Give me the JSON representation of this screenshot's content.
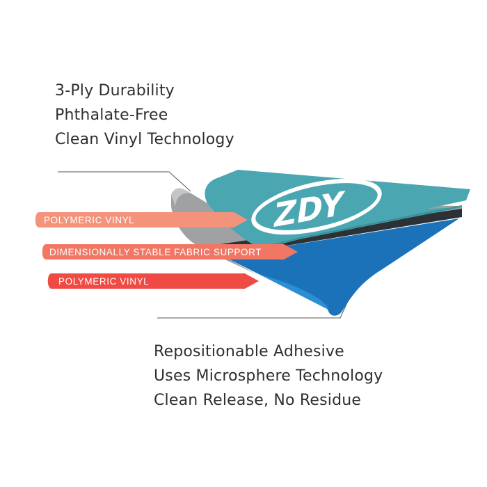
{
  "top_features": [
    "3-Ply Durability",
    "Phthalate-Free",
    "Clean Vinyl Technology"
  ],
  "bottom_features": [
    "Repositionable Adhesive",
    "Uses Microsphere Technology",
    "Clean Release, No Residue"
  ],
  "layers": [
    {
      "label": "POLYMERIC VINYL",
      "color": "#f4937c"
    },
    {
      "label": "DIMENSIONALLY STABLE FABRIC SUPPORT",
      "color": "#f17764"
    },
    {
      "label": "POLYMERIC VINYL",
      "color": "#ef4a43"
    }
  ],
  "logo_text": "ZDY",
  "colors": {
    "top_layer": "#4aa6b1",
    "fabric_layer": "#a0a1a3",
    "dark_layer": "#2b3136",
    "adhesive_layer": "#1c72b8",
    "text": "#2f2f2f",
    "leader_line": "#555555"
  }
}
